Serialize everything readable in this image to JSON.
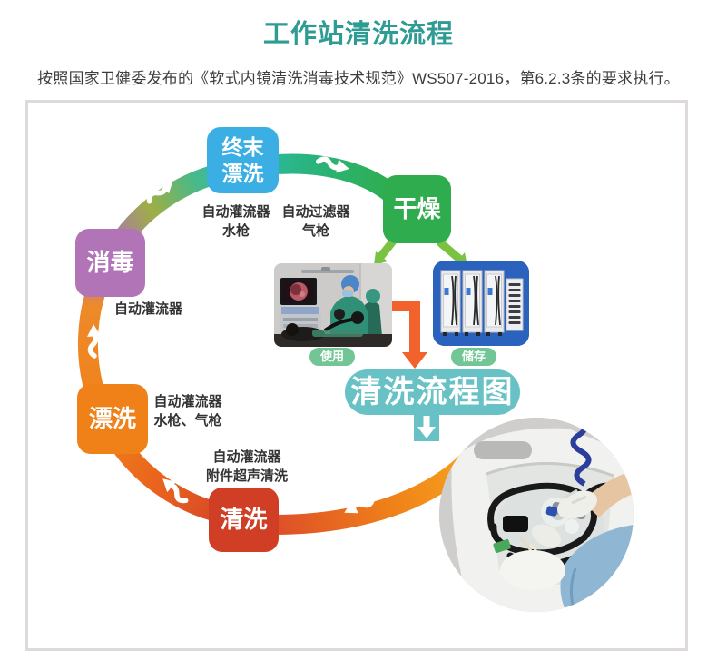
{
  "header": {
    "title": "工作站清洗流程",
    "subtitle": "按照国家卫健委发布的《软式内镜清洗消毒技术规范》WS507-2016，第6.2.3条的要求执行。"
  },
  "cycle": {
    "direction": "clockwise",
    "steps": [
      {
        "key": "final-rinse",
        "label": "终末\n漂洗",
        "color": "#3BAEE3",
        "note": "自动灌流器\n水枪"
      },
      {
        "key": "dry",
        "label": "干燥",
        "color": "#2FAD4E",
        "note": "自动过滤器\n气枪"
      },
      {
        "key": "disinfect",
        "label": "消毒",
        "color": "#B175B7",
        "note": "自动灌流器"
      },
      {
        "key": "rinse",
        "label": "漂洗",
        "color": "#F08119",
        "note": "自动灌流器\n水枪、气枪"
      },
      {
        "key": "clean",
        "label": "清洗",
        "color": "#D13E26",
        "note": "自动灌流器\n附件超声清洗"
      }
    ]
  },
  "stations": {
    "use_label": "使用",
    "storage_label": "储存"
  },
  "banner": {
    "label": "清洗流程图",
    "color": "#68C2C5"
  },
  "colors": {
    "title": "#2E9C93",
    "frame_border": "#DEDADA",
    "pill_green": "#72C594",
    "storage_bg": "#2B62BE",
    "elbow_arrow_orange": "#F2622D",
    "branch_arrow_green": "#7CC242",
    "arc_red": "#D0402A",
    "arc_orange": "#F08119",
    "arc_purple": "#AA74B4",
    "arc_olive": "#9FAE46",
    "arc_teal": "#2FB9AE",
    "arc_green": "#2FAD4E",
    "arc_yellow": "#F5A51D"
  }
}
